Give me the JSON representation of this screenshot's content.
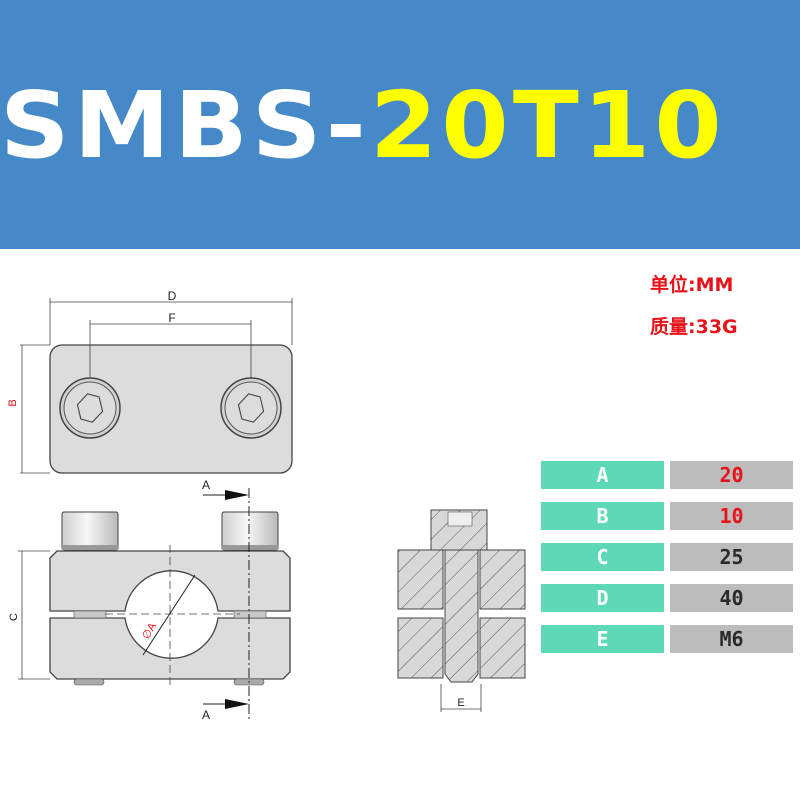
{
  "banner": {
    "title_part1": "SMBS-",
    "title_part2": "20T10",
    "background_color": "#4589c8",
    "part1_color": "#ffffff",
    "part2_color": "#ffff00"
  },
  "meta": {
    "unit_label": "单位:MM",
    "weight_label": "质量:33G",
    "color": "#e8121b"
  },
  "drawing": {
    "top_view": {
      "dim_d": "D",
      "dim_f": "F",
      "dim_b": "B"
    },
    "front_view": {
      "dim_c": "C",
      "dim_diameter": "∅A",
      "section_top": "A",
      "section_bottom": "A"
    },
    "section_view": {
      "dim_e": "E"
    }
  },
  "spec_table": {
    "key_color": "#5ed9b7",
    "value_color": "#bcbcbc",
    "rows": [
      {
        "key": "A",
        "value": "20",
        "value_color": "#e8121b"
      },
      {
        "key": "B",
        "value": "10",
        "value_color": "#e8121b"
      },
      {
        "key": "C",
        "value": "25",
        "value_color": "#2a2a2a"
      },
      {
        "key": "D",
        "value": "40",
        "value_color": "#2a2a2a"
      },
      {
        "key": "E",
        "value": "M6",
        "value_color": "#2a2a2a"
      }
    ]
  }
}
